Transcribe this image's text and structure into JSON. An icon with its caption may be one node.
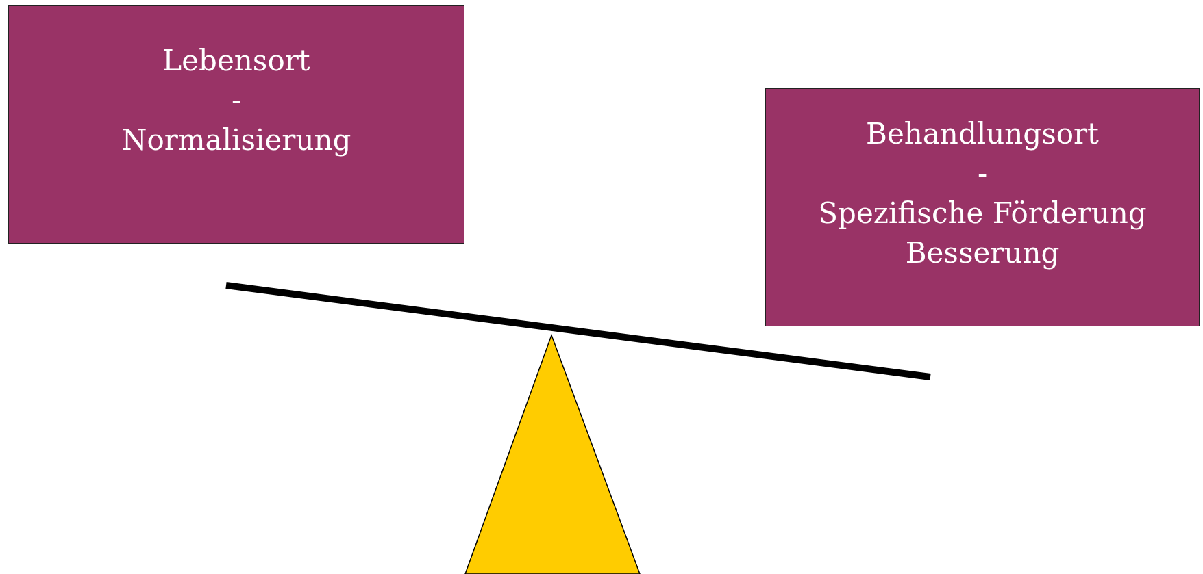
{
  "diagram": {
    "nodes": [
      {
        "text": [
          "Lebensort",
          "-",
          "Normalisierung"
        ]
      },
      {
        "text": [
          "Behandlungsort",
          "-",
          "Spezifische Förderung",
          "Besserung"
        ]
      }
    ]
  }
}
